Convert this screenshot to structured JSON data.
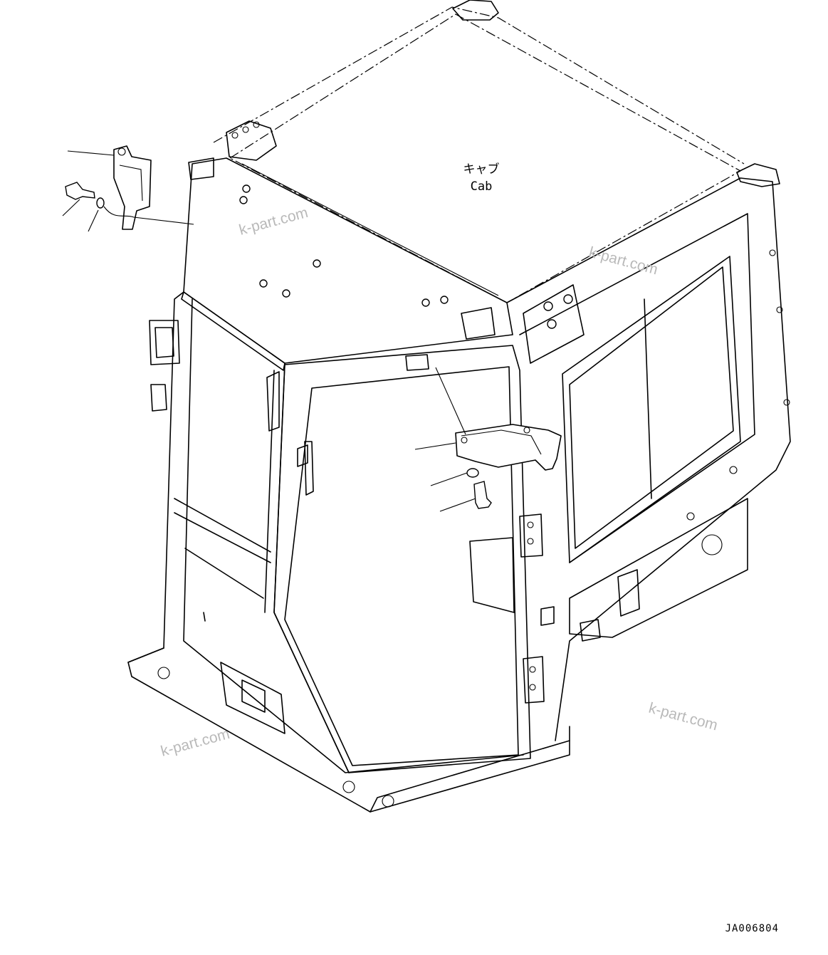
{
  "diagram": {
    "label_jp": "キャブ",
    "label_en": "Cab",
    "drawing_code": "JA006804",
    "watermarks": [
      "k-part.com",
      "k-part.com",
      "k-part.com",
      "k-part.com"
    ]
  }
}
